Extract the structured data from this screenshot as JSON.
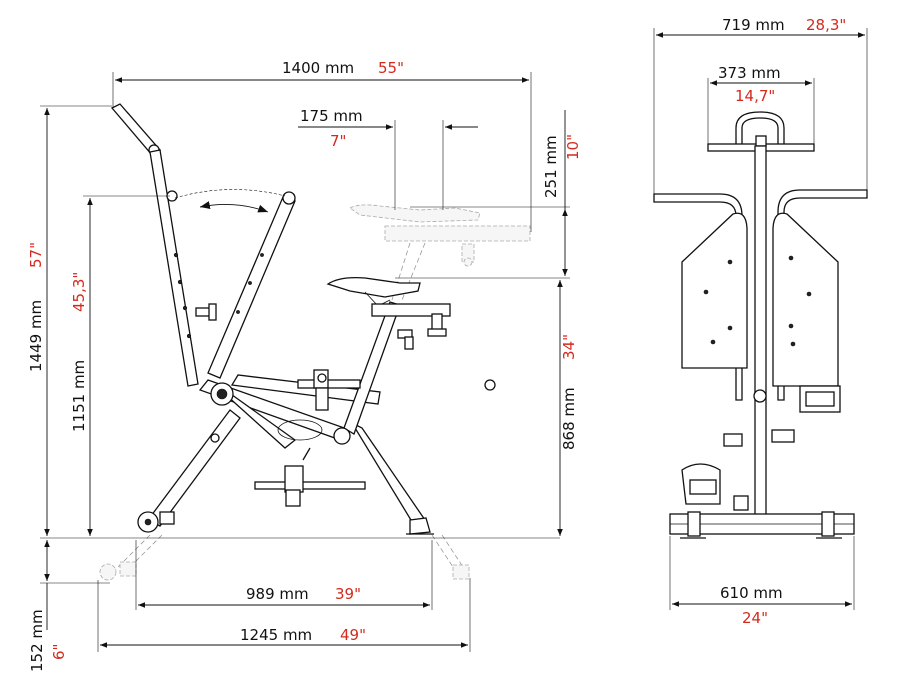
{
  "colors": {
    "line": "#111111",
    "imperial": "#d42a1e",
    "ghost": "#999999"
  },
  "dimensions": {
    "overall_length": {
      "mm": "1400 mm",
      "inch": "55\""
    },
    "seat_adjust_h": {
      "mm": "175 mm",
      "inch": "7\""
    },
    "seat_adjust_v": {
      "mm": "251 mm",
      "inch": "10\""
    },
    "total_height": {
      "mm": "1449 mm",
      "inch": "57\""
    },
    "handle_height": {
      "mm": "1151 mm",
      "inch": "45,3\""
    },
    "seat_height": {
      "mm": "868 mm",
      "inch": "34\""
    },
    "base_inner": {
      "mm": "989 mm",
      "inch": "39\""
    },
    "base_outer": {
      "mm": "1245 mm",
      "inch": "49\""
    },
    "foot_height": {
      "mm": "152 mm",
      "inch": "6\""
    },
    "front_width": {
      "mm": "719 mm",
      "inch": "28,3\""
    },
    "handlebar_width": {
      "mm": "373 mm",
      "inch": "14,7\""
    },
    "base_width": {
      "mm": "610 mm",
      "inch": "24\""
    }
  }
}
